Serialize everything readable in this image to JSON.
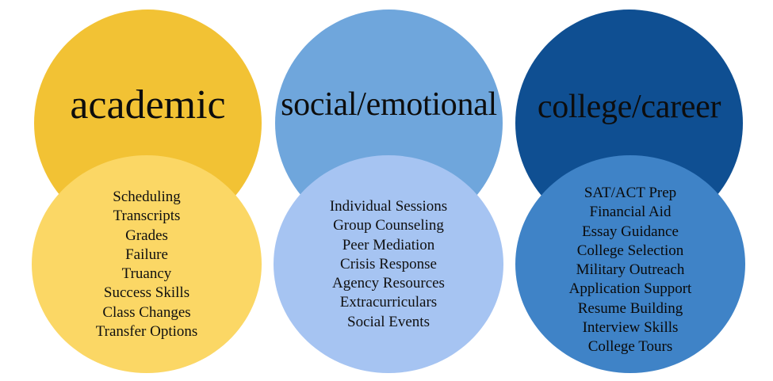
{
  "columns": [
    {
      "title": "academic",
      "top_color": "#f2c234",
      "bottom_color": "#fbd765",
      "items": [
        "Scheduling",
        "Transcripts",
        "Grades",
        "Failure",
        "Truancy",
        "Success Skills",
        "Class Changes",
        "Transfer Options"
      ]
    },
    {
      "title": "social/emotional",
      "top_color": "#6fa6dc",
      "bottom_color": "#a6c4f2",
      "items": [
        "Individual Sessions",
        "Group Counseling",
        "Peer Mediation",
        "Crisis Response",
        "Agency Resources",
        "Extracurriculars",
        "Social Events"
      ]
    },
    {
      "title": "college/career",
      "top_color": "#0f4f92",
      "bottom_color": "#3f83c7",
      "items": [
        "SAT/ACT Prep",
        "Financial Aid",
        "Essay Guidance",
        "College Selection",
        "Military Outreach",
        "Application Support",
        "Resume Building",
        "Interview Skills",
        "College Tours"
      ]
    }
  ]
}
